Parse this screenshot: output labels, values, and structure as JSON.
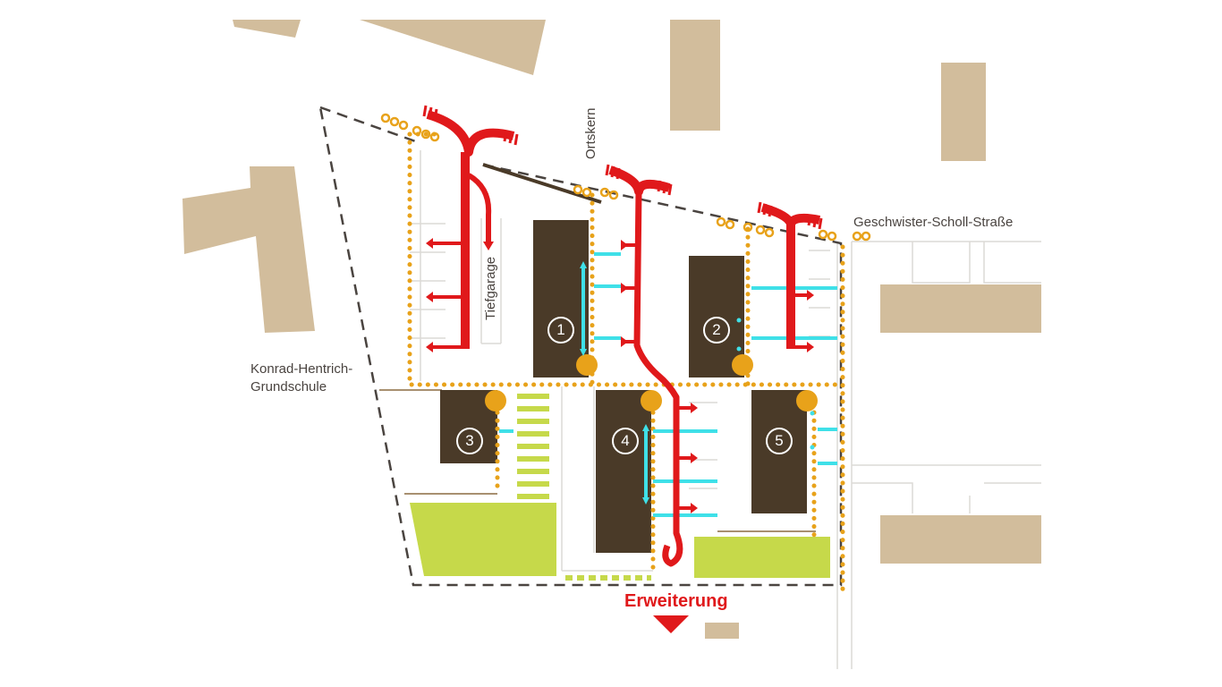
{
  "labels": {
    "ortskern": "Ortskern",
    "street": "Geschwister-Scholl-Straße",
    "school_line1": "Konrad-Hentrich-",
    "school_line2": "Grundschule",
    "garage": "Tiefgarage",
    "extension": "Erweiterung"
  },
  "buildings": [
    {
      "number": "1"
    },
    {
      "number": "2"
    },
    {
      "number": "3"
    },
    {
      "number": "4"
    },
    {
      "number": "5"
    }
  ],
  "colors": {
    "neighbor_building": "#d2bd9c",
    "new_building": "#4a3a28",
    "vehicle_access": "#e0191b",
    "pedestrian_path": "#e8a21a",
    "entrance": "#e8a21a",
    "bicycle_access": "#3fe0e8",
    "green_area": "#c6d94a",
    "site_boundary": "#4a4440"
  },
  "icons": {
    "extension_marker": "triangle-down-icon"
  }
}
